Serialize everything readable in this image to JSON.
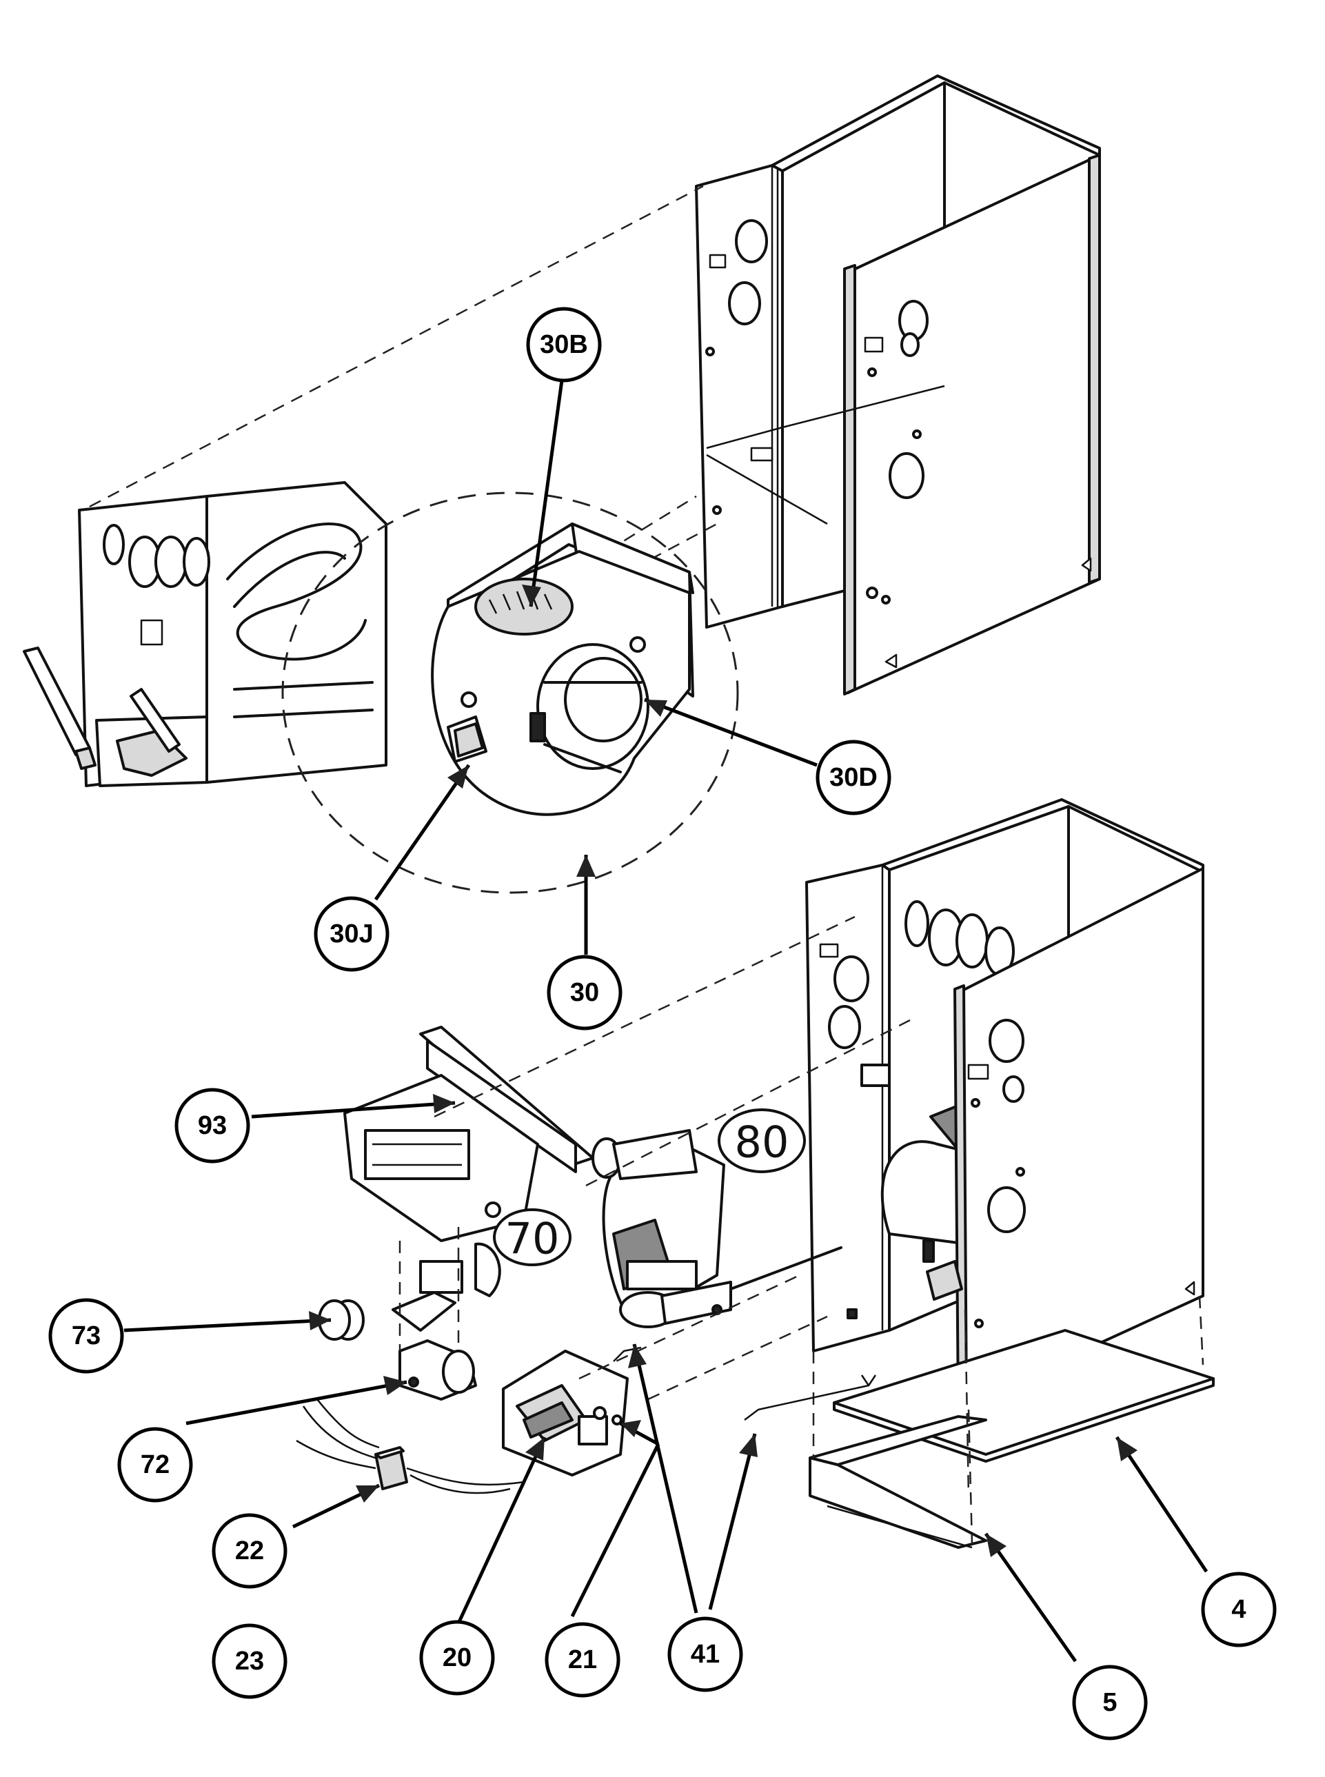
{
  "callouts": [
    {
      "id": "30B",
      "label": "30B"
    },
    {
      "id": "30D",
      "label": "30D"
    },
    {
      "id": "30J",
      "label": "30J"
    },
    {
      "id": "30",
      "label": "30"
    },
    {
      "id": "93",
      "label": "93"
    },
    {
      "id": "73",
      "label": "73"
    },
    {
      "id": "72",
      "label": "72"
    },
    {
      "id": "22",
      "label": "22"
    },
    {
      "id": "23",
      "label": "23"
    },
    {
      "id": "20",
      "label": "20"
    },
    {
      "id": "21",
      "label": "21"
    },
    {
      "id": "41",
      "label": "41"
    },
    {
      "id": "5",
      "label": "5"
    },
    {
      "id": "4",
      "label": "4"
    }
  ],
  "handwritten_labels": [
    {
      "id": "70",
      "label": "70"
    },
    {
      "id": "80",
      "label": "80"
    }
  ]
}
